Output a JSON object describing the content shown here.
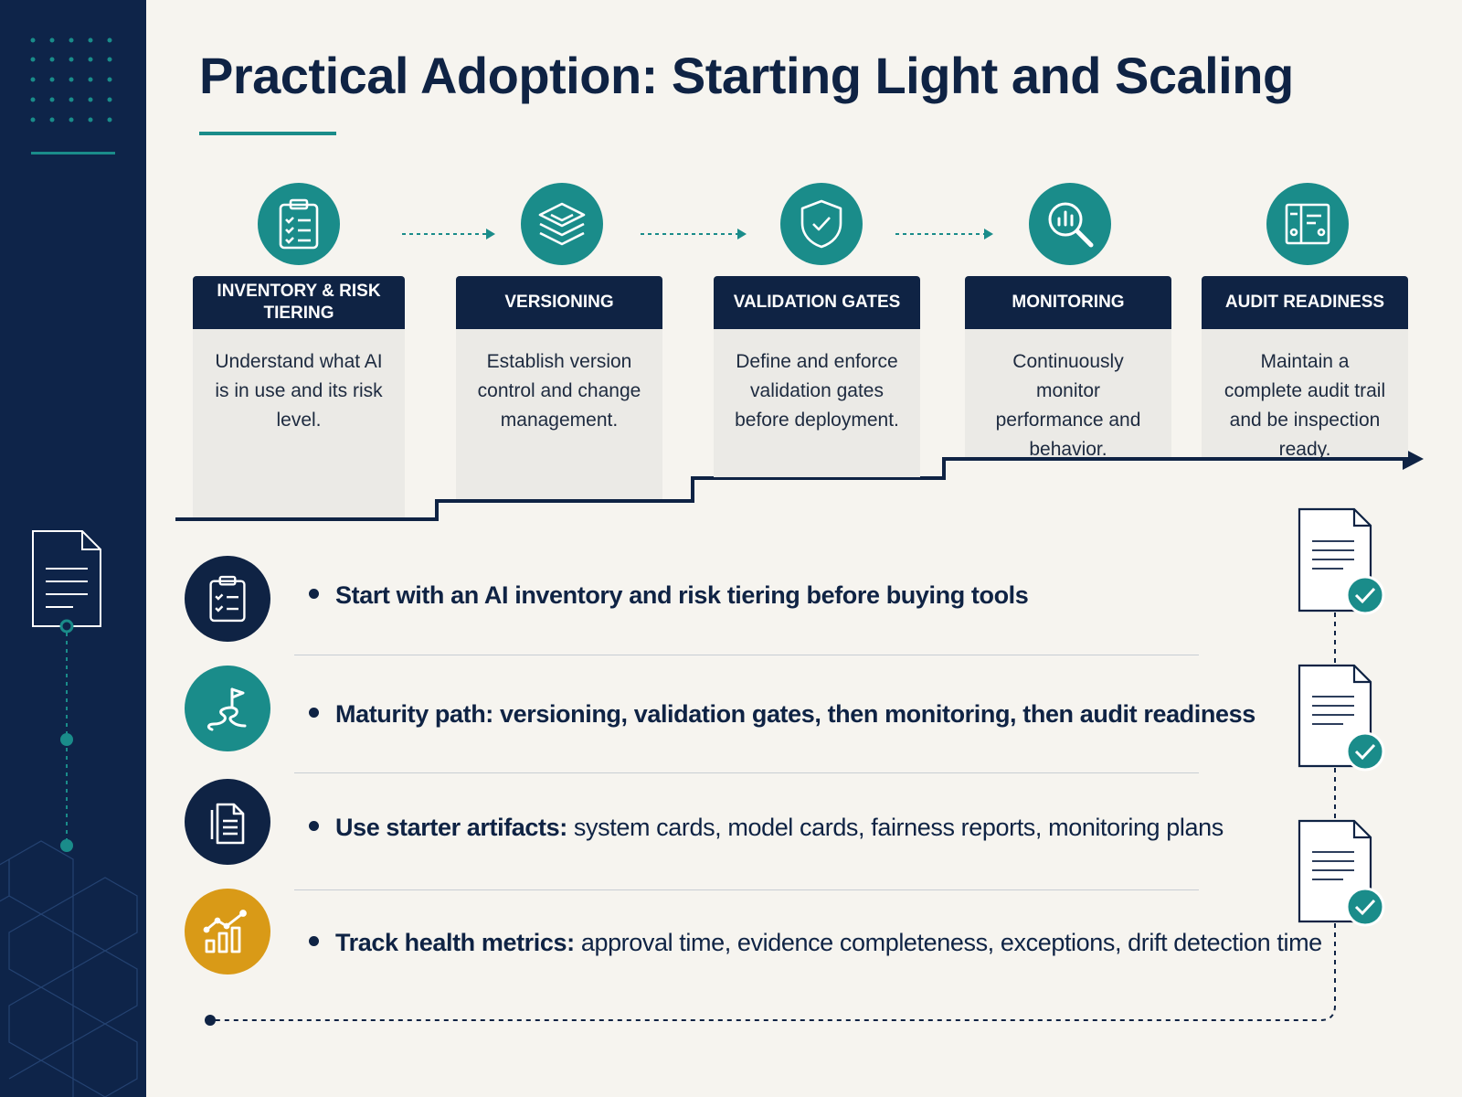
{
  "title": "Practical Adoption: Starting Light and Scaling",
  "colors": {
    "navy": "#0e2449",
    "teal": "#1a8c8a",
    "gold": "#d99a17",
    "background": "#f6f4ef"
  },
  "steps": [
    {
      "header": "INVENTORY & RISK TIERING",
      "body": "Understand what AI is in use and its risk level.",
      "icon": "clipboard-checklist-icon"
    },
    {
      "header": "VERSIONING",
      "body": "Establish version control and change management.",
      "icon": "stacked-layers-icon"
    },
    {
      "header": "VALIDATION GATES",
      "body": "Define and enforce validation gates before deployment.",
      "icon": "shield-check-icon"
    },
    {
      "header": "MONITORING",
      "body": "Continuously monitor performance and behavior.",
      "icon": "magnifier-chart-icon"
    },
    {
      "header": "AUDIT READINESS",
      "body": "Maintain a complete audit trail and be inspection ready.",
      "icon": "binder-folder-icon"
    }
  ],
  "bullets": [
    {
      "bold": "Start with an AI inventory and risk tiering before buying tools",
      "rest": "",
      "icon": "clipboard-checklist-icon"
    },
    {
      "bold": "Maturity path: versioning, validation gates, then monitoring, then audit readiness",
      "rest": "",
      "icon": "path-flag-icon"
    },
    {
      "bold": "Use starter artifacts:",
      "rest": " system cards, model cards, fairness reports, monitoring plans",
      "icon": "document-icon"
    },
    {
      "bold": "Track health metrics:",
      "rest": " approval time, evidence completeness, exceptions, drift detection time",
      "icon": "bar-chart-trend-icon"
    }
  ]
}
